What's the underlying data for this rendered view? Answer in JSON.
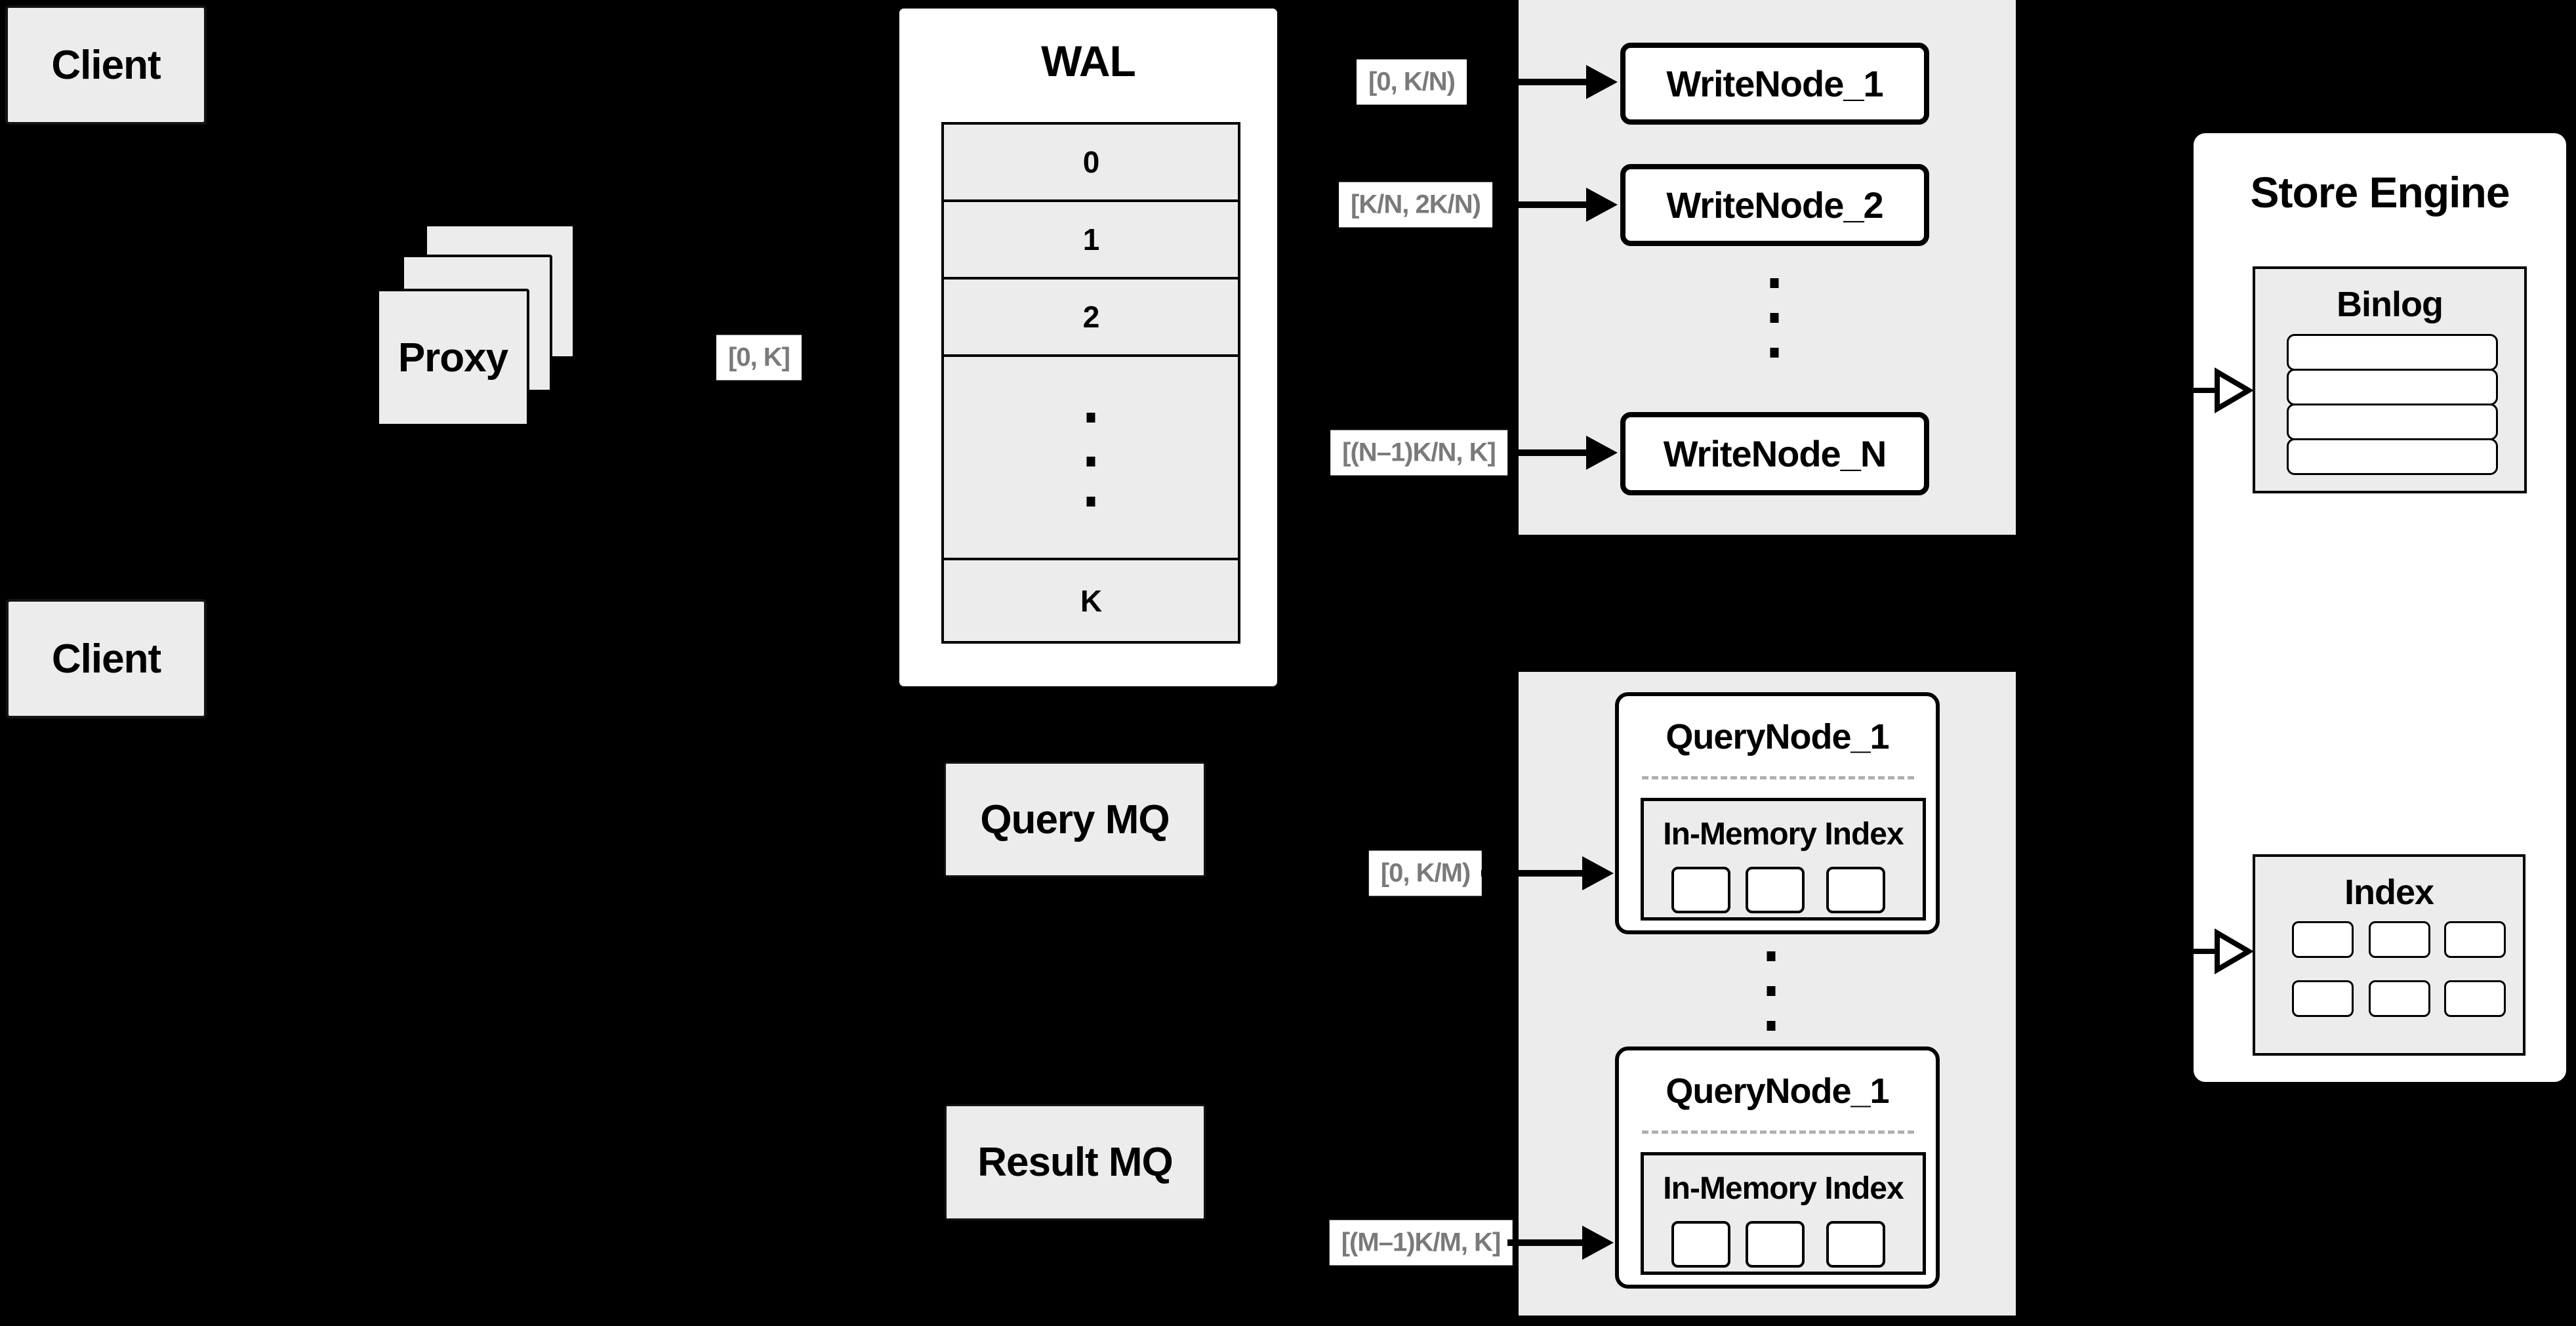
{
  "diagram": {
    "clients": {
      "top": "Client",
      "bottom": "Client"
    },
    "proxy": {
      "label": "Proxy"
    },
    "wal": {
      "title": "WAL",
      "segments": [
        "0",
        "1",
        "2"
      ],
      "last_segment": "K"
    },
    "range_labels": {
      "proxy_to_wal": "[0, K]",
      "write_1": "[0, K/N)",
      "write_2": "[K/N, 2K/N)",
      "write_n": "[(N–1)K/N, K]",
      "query_1": "[0, K/M)",
      "query_m": "[(M–1)K/M, K]"
    },
    "write_nodes": {
      "node_1": "WriteNode_1",
      "node_2": "WriteNode_2",
      "node_n": "WriteNode_N"
    },
    "mq": {
      "query": "Query MQ",
      "result": "Result MQ"
    },
    "query_nodes": {
      "top": {
        "title": "QueryNode_1",
        "index_label": "In-Memory Index"
      },
      "bottom": {
        "title": "QueryNode_1",
        "index_label": "In-Memory Index"
      }
    },
    "store_engine": {
      "title": "Store Engine",
      "binlog_label": "Binlog",
      "index_label": "Index"
    },
    "colors": {
      "background": "#000000",
      "box_fill": "#ececec",
      "node_fill": "#ffffff",
      "border": "#000000",
      "label_text": "#7a7a7a"
    }
  }
}
